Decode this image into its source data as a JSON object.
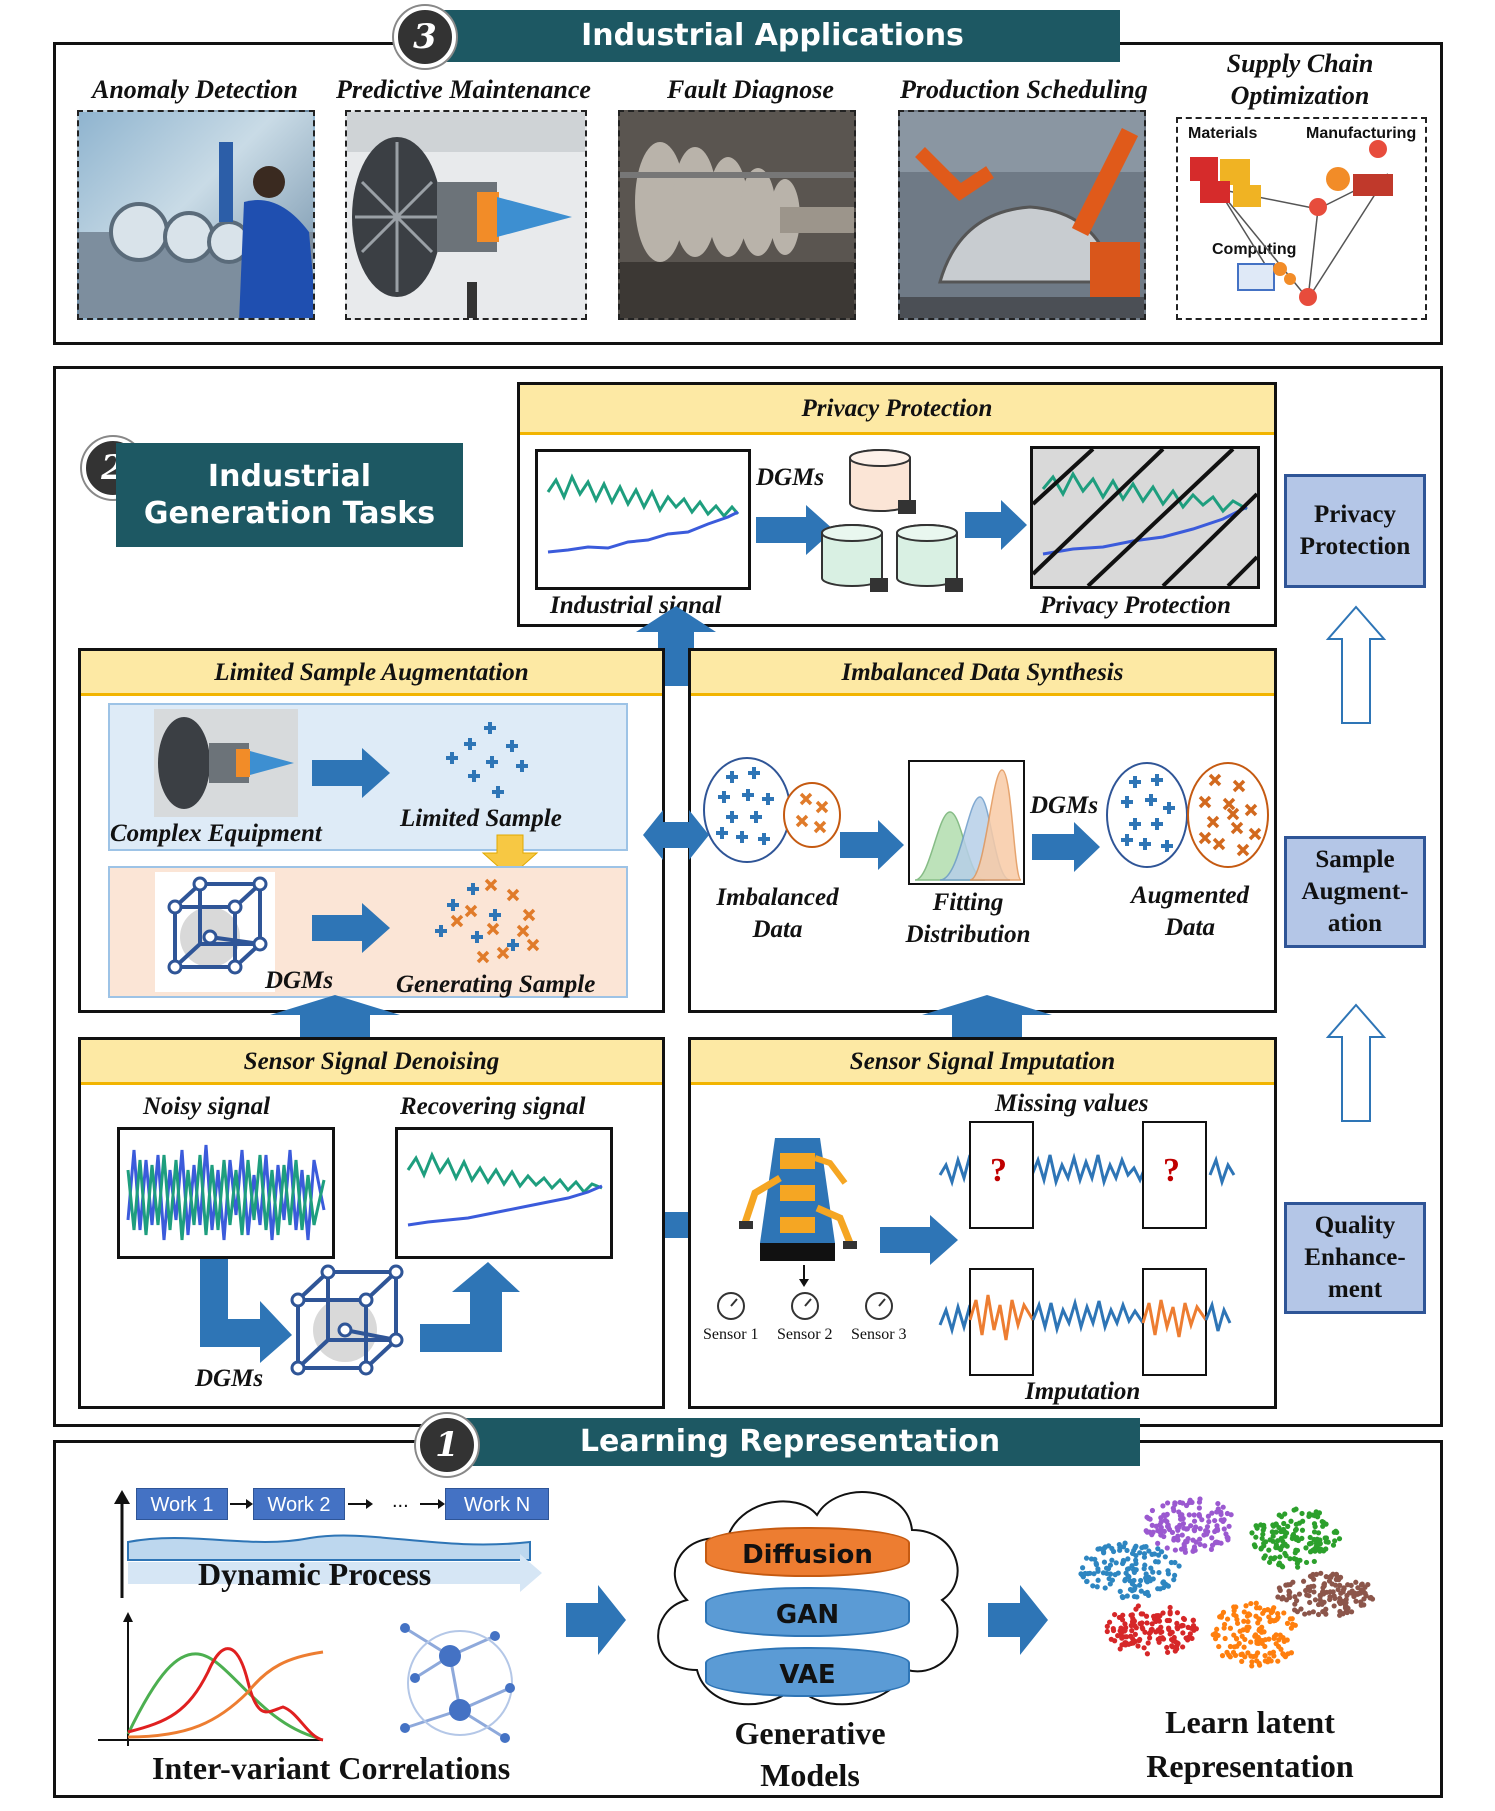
{
  "section3": {
    "number": "3",
    "title": "Industrial Applications",
    "apps": [
      {
        "label": "Anomaly Detection"
      },
      {
        "label": "Predictive Maintenance"
      },
      {
        "label": "Fault Diagnose"
      },
      {
        "label": "Production Scheduling"
      },
      {
        "label": "Supply Chain Optimization"
      }
    ],
    "supply_chain": {
      "materials": "Materials",
      "manufacturing": "Manufacturing",
      "computing": "Computing"
    }
  },
  "section2": {
    "number": "2",
    "title_line1": "Industrial",
    "title_line2": "Generation Tasks",
    "privacy": {
      "header": "Privacy Protection",
      "dgms": "DGMs",
      "signal_label": "Industrial signal",
      "output_label": "Privacy Protection"
    },
    "limited": {
      "header": "Limited Sample Augmentation",
      "complex": "Complex Equipment",
      "limited_sample": "Limited Sample",
      "dgms": "DGMs",
      "generating": "Generating Sample"
    },
    "imbalanced": {
      "header": "Imbalanced Data Synthesis",
      "imbalanced_1": "Imbalanced",
      "imbalanced_2": "Data",
      "fitting_1": "Fitting",
      "fitting_2": "Distribution",
      "dgms": "DGMs",
      "augmented_1": "Augmented",
      "augmented_2": "Data"
    },
    "denoising": {
      "header": "Sensor Signal Denoising",
      "noisy": "Noisy signal",
      "recovering": "Recovering signal",
      "dgms": "DGMs"
    },
    "imputation": {
      "header": "Sensor Signal Imputation",
      "missing": "Missing values",
      "imputation": "Imputation",
      "question": "?",
      "sensors": [
        "Sensor 1",
        "Sensor 2",
        "Sensor 3"
      ]
    },
    "side": {
      "privacy": "Privacy Protection",
      "sample": "Sample Augment-ation",
      "quality": "Quality Enhance-ment"
    }
  },
  "section1": {
    "number": "1",
    "title": "Learning Representation",
    "works": [
      "Work 1",
      "Work 2",
      "...",
      "Work N"
    ],
    "dynamic": "Dynamic Process",
    "correlations": "Inter-variant Correlations",
    "models": [
      "Diffusion",
      "GAN",
      "VAE"
    ],
    "generative_1": "Generative",
    "generative_2": "Models",
    "latent_1": "Learn latent",
    "latent_2": "Representation"
  },
  "colors": {
    "banner": "#1d5863",
    "yellow_header": "#fde9a4",
    "side_box": "#b4c6e7",
    "arrow_blue": "#2e75b6",
    "diffusion": "#ed7d31",
    "gan_vae": "#5b9bd5",
    "teal_signal": "#1e9e7e",
    "blue_signal": "#3b5bdb"
  }
}
